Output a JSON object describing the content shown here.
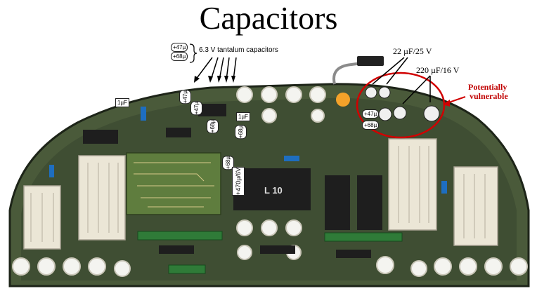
{
  "title": "Capacitors",
  "legend": {
    "tag_47": "+47µ",
    "tag_68": "+68µ",
    "tantalum_label": "6.3 V tantalum capacitors"
  },
  "electrolytic": {
    "label_25v": "22 µF/25 V",
    "label_16v": "220 µF/16 V"
  },
  "warning": {
    "line1": "Potentially",
    "line2": "vulnerable"
  },
  "board_tags": {
    "tag_1uf_left": "1µF",
    "tag_1uf_mid": "1µF",
    "tag_47_a": "+47µ",
    "tag_47_b": "+47µ",
    "tag_68_a": "+68µ",
    "tag_68_b": "+68µ",
    "tag_47_right": "+47µ",
    "tag_68_right": "+68µ",
    "tag_470": "+470µ/6V",
    "chip_label": "L 10"
  },
  "colors": {
    "pcb": "#4b5d3a",
    "warning_red": "#d10000",
    "connector": "#e9e4d3"
  }
}
